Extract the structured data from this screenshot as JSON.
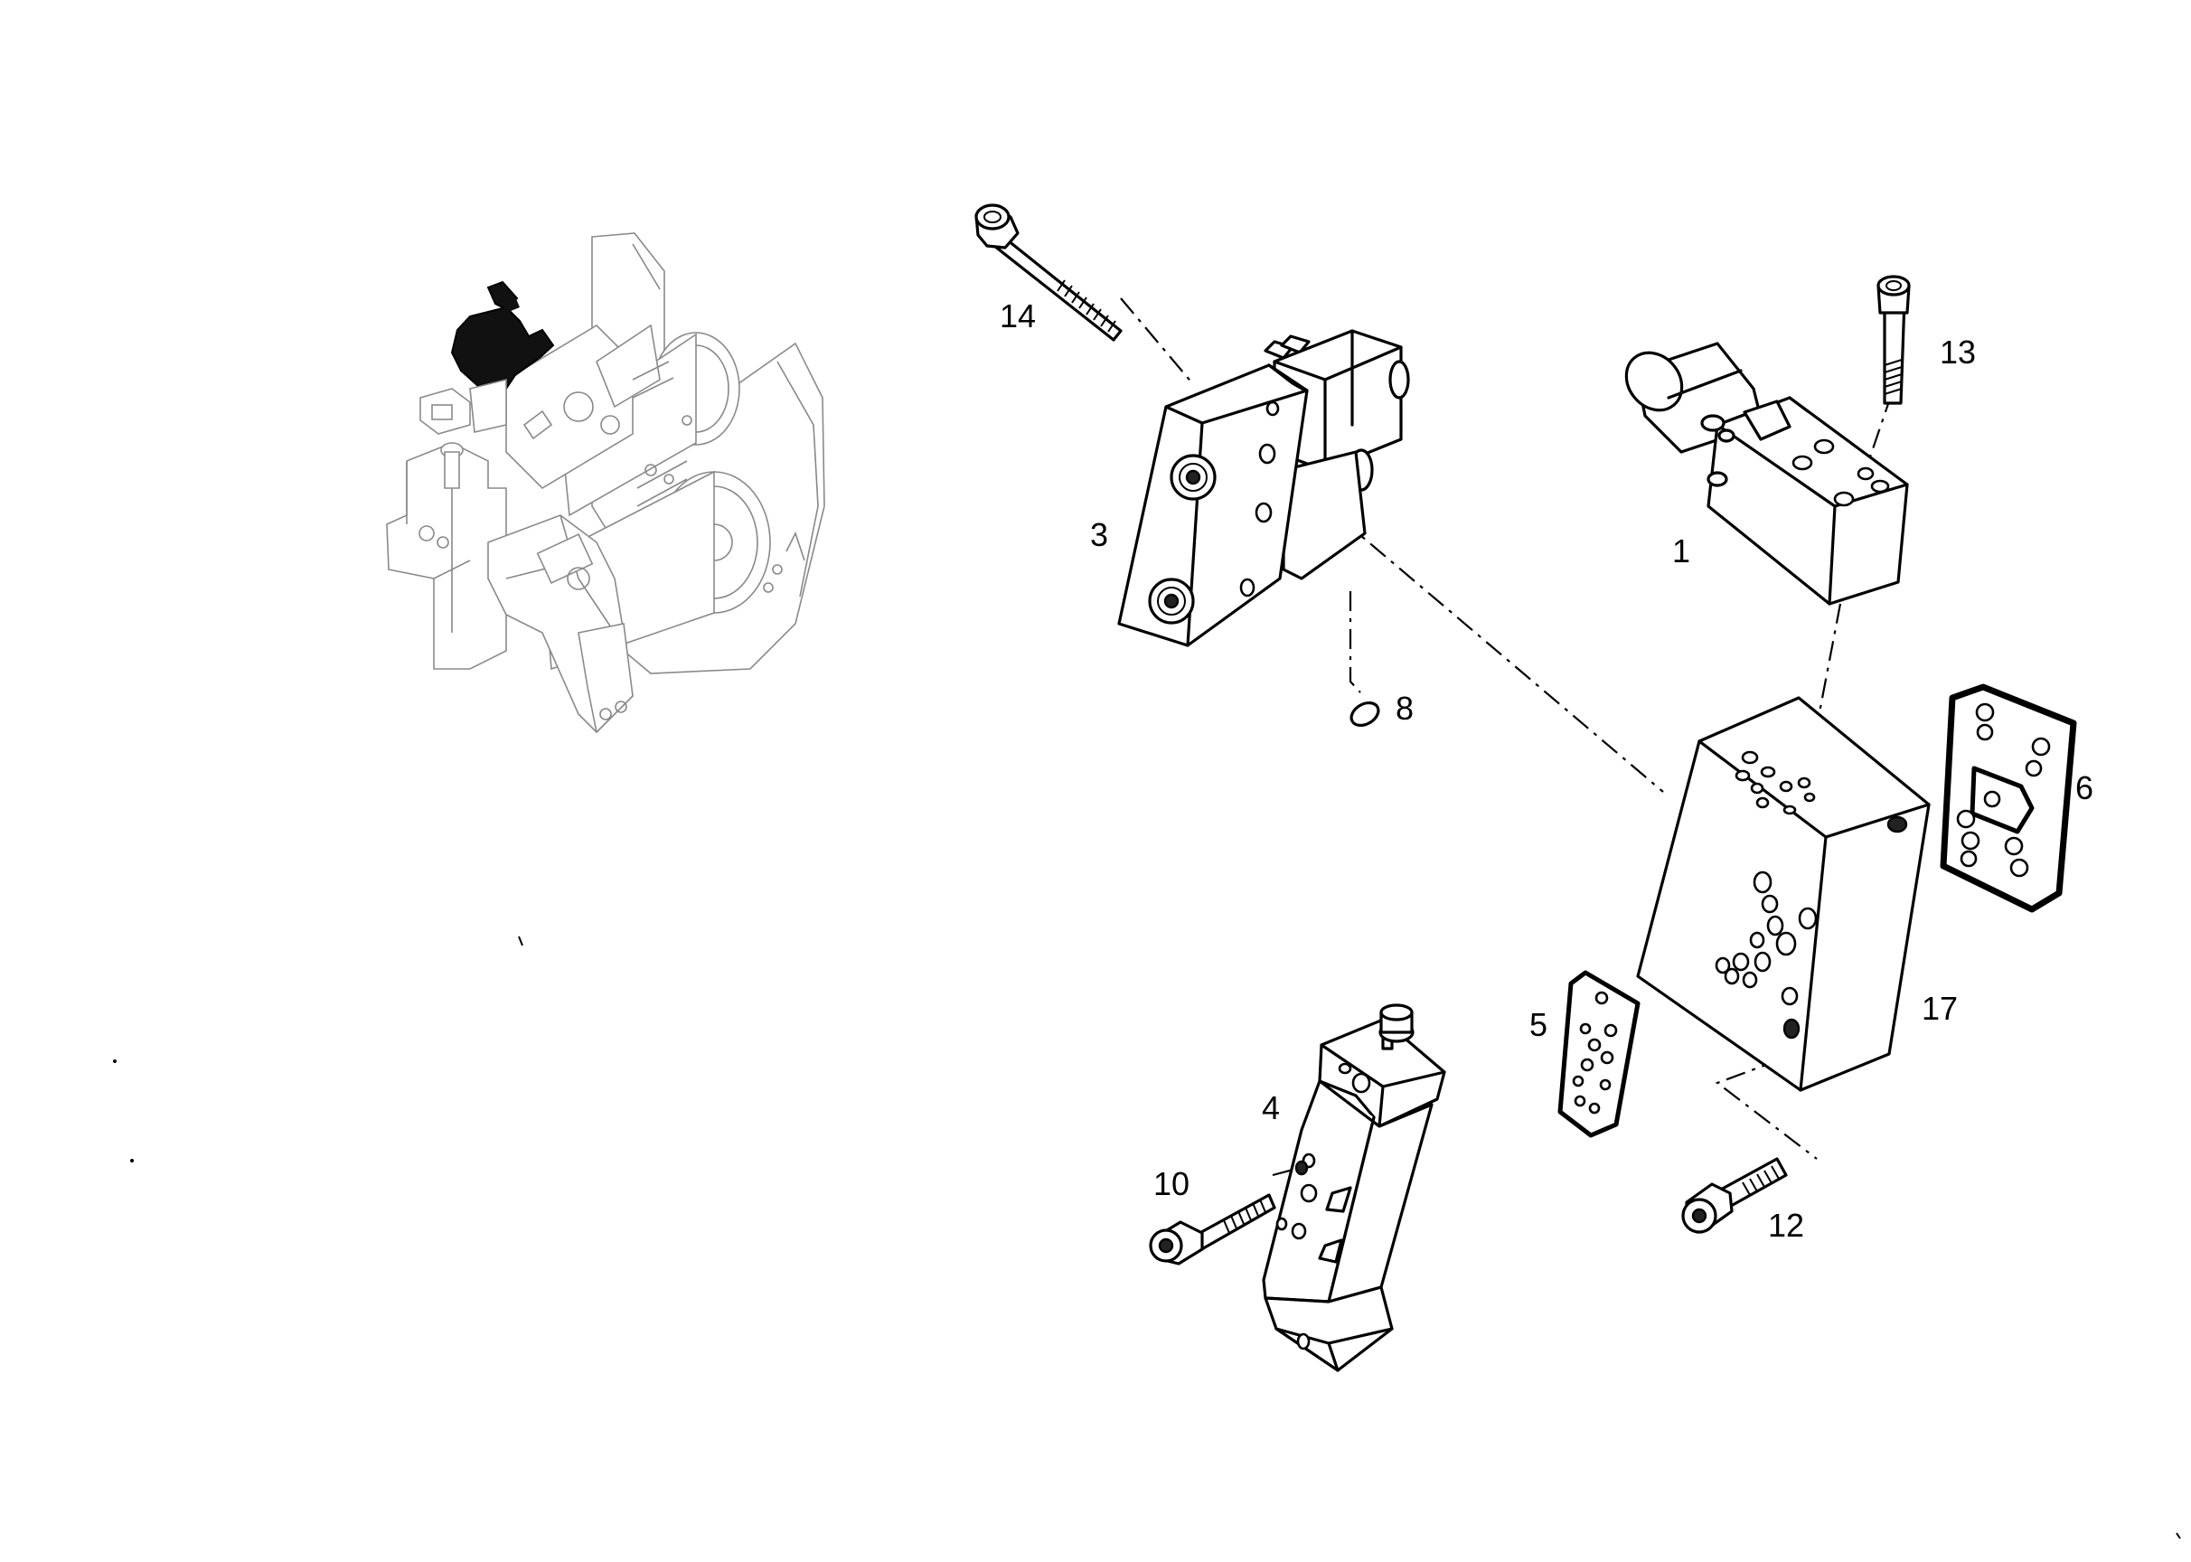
{
  "callouts": {
    "c1": "1",
    "c3": "3",
    "c4": "4",
    "c5": "5",
    "c6": "6",
    "c8": "8",
    "c10": "10",
    "c12": "12",
    "c13": "13",
    "c14": "14",
    "c17": "17"
  },
  "colors": {
    "line": "#000000",
    "background": "#ffffff",
    "overview_line": "#8a8a8a",
    "highlight": "#111111"
  }
}
